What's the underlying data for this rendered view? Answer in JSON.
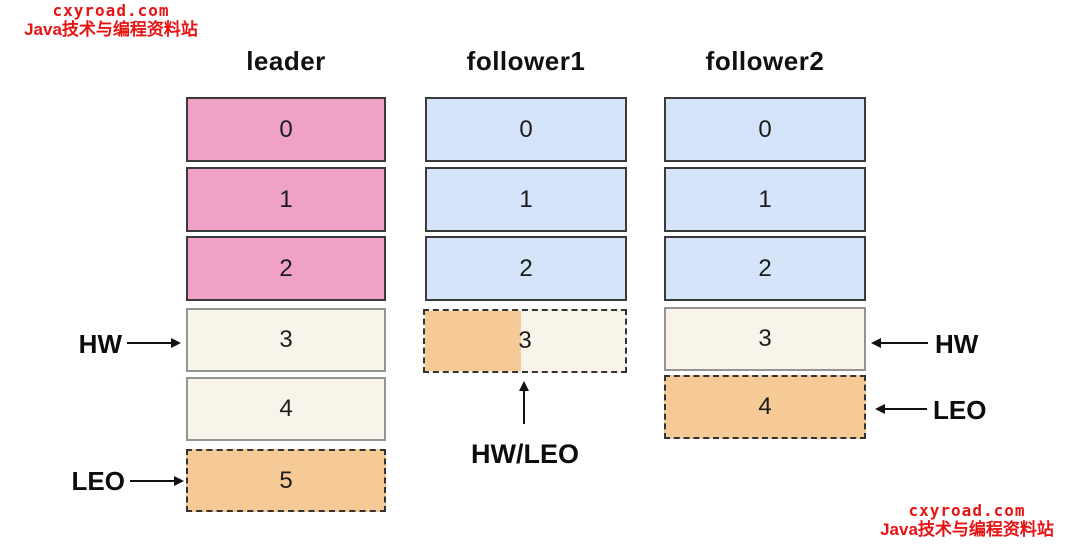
{
  "watermark": {
    "site": "cxyroad.com",
    "caption": "Java技术与编程资料站",
    "color": "#e81313"
  },
  "columns": [
    {
      "title": "leader",
      "segments": [
        {
          "label": "0"
        },
        {
          "label": "1"
        },
        {
          "label": "2"
        },
        {
          "label": "3"
        },
        {
          "label": "4"
        },
        {
          "label": "5"
        }
      ]
    },
    {
      "title": "follower1",
      "segments": [
        {
          "label": "0"
        },
        {
          "label": "1"
        },
        {
          "label": "2"
        },
        {
          "label": "3"
        }
      ]
    },
    {
      "title": "follower2",
      "segments": [
        {
          "label": "0"
        },
        {
          "label": "1"
        },
        {
          "label": "2"
        },
        {
          "label": "3"
        },
        {
          "label": "4"
        }
      ]
    }
  ],
  "annotations": {
    "leader_hw": "HW",
    "leader_leo": "LEO",
    "follower1_hw_leo": "HW/LEO",
    "follower2_hw": "HW",
    "follower2_leo": "LEO"
  },
  "colors": {
    "leader_committed": "#f0a2c6",
    "follower_committed": "#d5e4f8",
    "uncommitted": "#f9f4ea",
    "beyond_leo": "#f6ca96",
    "solid_border": "#3a3a3a",
    "cream_border": "#949494",
    "dashed_border": "#333333",
    "watermark_red": "#e81313"
  }
}
